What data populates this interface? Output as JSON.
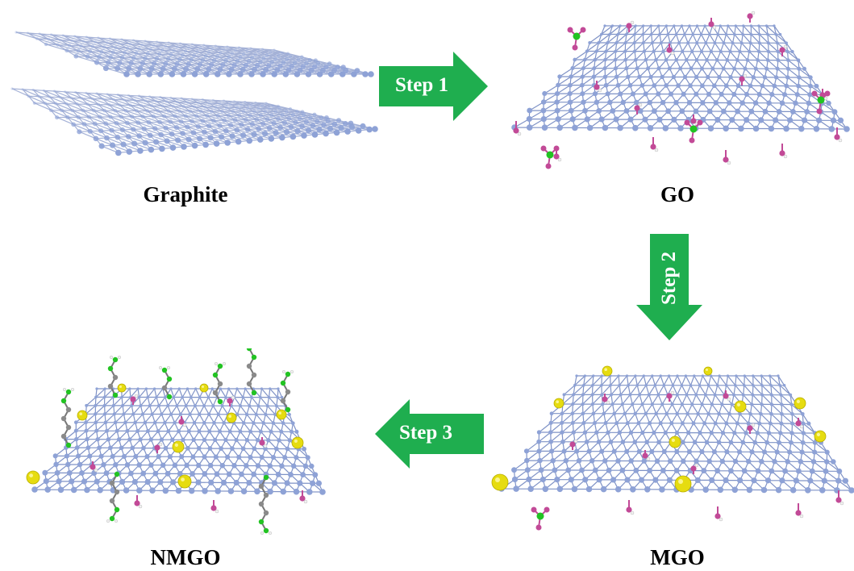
{
  "captions": {
    "graphite": "Graphite",
    "go": "GO",
    "mgo": "MGO",
    "nmgo": "NMGO"
  },
  "steps": {
    "step1": "Step 1",
    "step2": "Step 2",
    "step3": "Step 3"
  },
  "colors": {
    "arrow": "#1fae4f",
    "carbon": "#8ea2d6",
    "bond": "#7f92c6",
    "oxygen": "#c24a97",
    "nitrogen": "#22c322",
    "hydrogen": "#f2f2f2",
    "nanoparticle": "#e6dc10",
    "chain_carbon": "#8a8a8a"
  },
  "icons": {
    "graphite": "graphite-bilayer-illustration",
    "go": "graphene-oxide-sheet-illustration",
    "mgo": "magnetic-graphene-oxide-sheet-illustration",
    "nmgo": "amine-functionalized-magnetic-graphene-oxide-sheet-illustration"
  }
}
